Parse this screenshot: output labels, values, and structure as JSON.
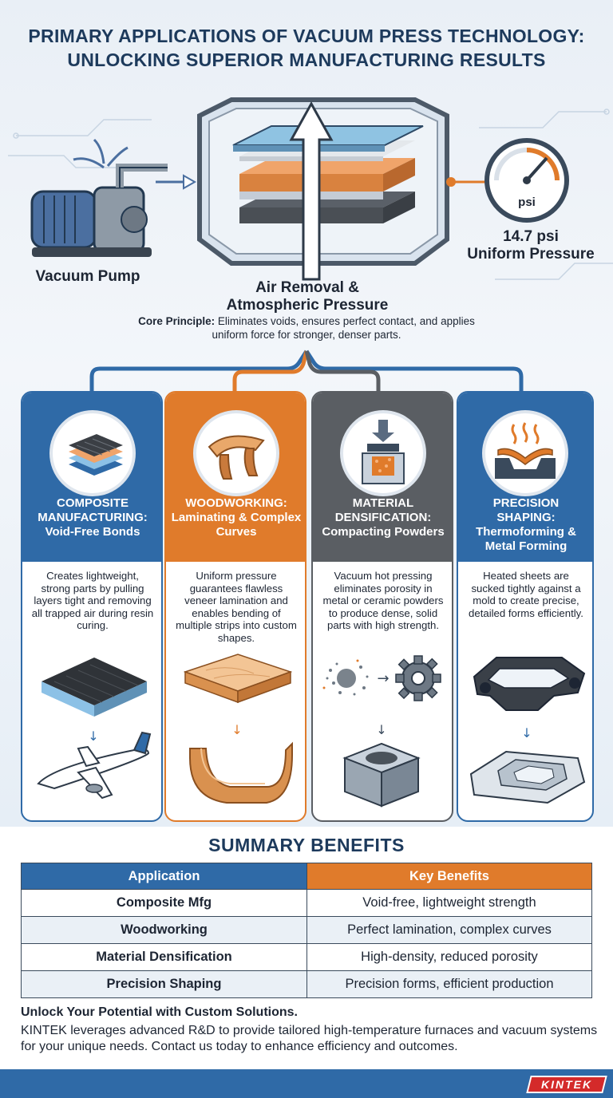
{
  "title": {
    "line1": "PRIMARY APPLICATIONS OF VACUUM PRESS TECHNOLOGY:",
    "line2": "UNLOCKING SUPERIOR MANUFACTURING RESULTS"
  },
  "hero": {
    "pump_label": "Vacuum Pump",
    "gauge_unit": "psi",
    "pressure_value": "14.7 psi",
    "pressure_label": "Uniform Pressure",
    "air_label_line1": "Air Removal &",
    "air_label_line2": "Atmospheric Pressure",
    "core_principle_label": "Core Principle:",
    "core_principle_text": "Eliminates voids, ensures perfect contact, and applies uniform force for stronger, denser parts."
  },
  "colors": {
    "blue": "#2f6aa7",
    "orange": "#e07b2b",
    "gray": "#5a5e63",
    "navy": "#1d3a5c"
  },
  "cards": [
    {
      "title_line1": "COMPOSITE MANUFACTURING:",
      "title_line2": "Void-Free Bonds",
      "description": "Creates lightweight, strong parts by pulling layers tight and removing all trapped air during resin curing.",
      "icon": "layered-composite-icon",
      "illustrations": [
        "carbon-fiber-panel",
        "airplane"
      ]
    },
    {
      "title_line1": "WOODWORKING:",
      "title_line2": "Laminating & Complex Curves",
      "description": "Uniform pressure guarantees flawless veneer lamination and enables bending of multiple strips into custom shapes.",
      "icon": "curved-wood-icon",
      "illustrations": [
        "wood-slab",
        "bent-wood"
      ]
    },
    {
      "title_line1": "MATERIAL DENSIFICATION:",
      "title_line2": "Compacting Powders",
      "description": "Vacuum hot pressing eliminates porosity in metal or ceramic powders to produce dense, solid parts with high strength.",
      "icon": "press-mold-icon",
      "illustrations": [
        "powder-to-gear",
        "solid-block"
      ]
    },
    {
      "title_line1": "PRECISION SHAPING:",
      "title_line2": "Thermoforming & Metal Forming",
      "description": "Heated sheets are sucked tightly against a mold to create precise, detailed forms efficiently.",
      "icon": "thermoform-icon",
      "illustrations": [
        "mold-frame",
        "formed-tray"
      ]
    }
  ],
  "summary": {
    "title": "SUMMARY BENEFITS",
    "col1": "Application",
    "col2": "Key Benefits",
    "rows": [
      {
        "app": "Composite Mfg",
        "benefit": "Void-free, lightweight strength"
      },
      {
        "app": "Woodworking",
        "benefit": "Perfect lamination, complex curves"
      },
      {
        "app": "Material Densification",
        "benefit": "High-density, reduced porosity"
      },
      {
        "app": "Precision Shaping",
        "benefit": "Precision forms, efficient production"
      }
    ]
  },
  "cta": {
    "title": "Unlock Your Potential with Custom Solutions.",
    "body": "KINTEK leverages advanced R&D to provide tailored high-temperature furnaces and vacuum systems for your unique needs. Contact us today to enhance efficiency and outcomes."
  },
  "brand": "KINTEK"
}
